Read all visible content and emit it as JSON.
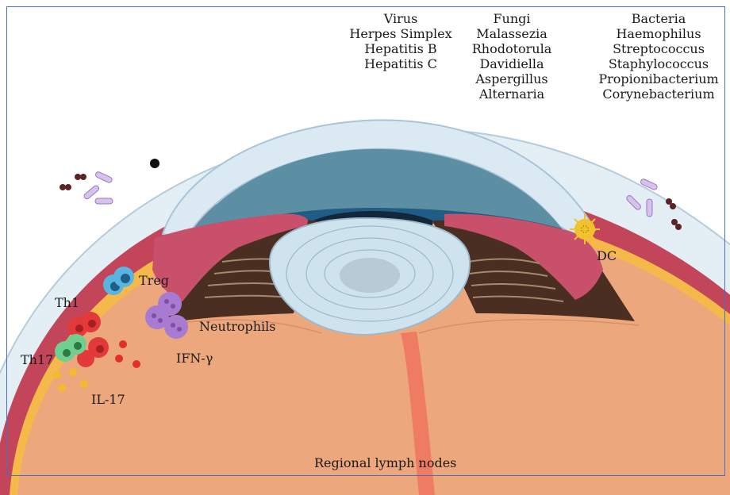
{
  "pathogens": [
    {
      "heading": "Virus",
      "items": [
        "Herpes Simplex",
        "Hepatitis B",
        "Hepatitis C"
      ]
    },
    {
      "heading": "Fungi",
      "items": [
        "Malassezia",
        "Rhodotorula",
        "Davidiella",
        "Aspergillus",
        "Alternaria"
      ]
    },
    {
      "heading": "Bacteria",
      "items": [
        "Haemophilus",
        "Streptococcus",
        "Staphylococcus",
        "Propionibacterium",
        "Corynebacterium"
      ]
    }
  ],
  "labels": {
    "treg": "Treg",
    "th1": "Th1",
    "th17": "Th17",
    "neutrophils": "Neutrophils",
    "ifn": "IFN-γ",
    "il17": "IL-17",
    "dc": "DC",
    "lymph": "Regional lymph nodes"
  },
  "colors": {
    "cornea": "#dbe9f2",
    "cornea_edge": "#a9c4d8",
    "aqueous": "#5c8fa4",
    "iris_blue": "#1f5d86",
    "ciliary": "#c8506a",
    "retina_red": "#c2455a",
    "choroid_yellow": "#f4b94a",
    "vitreous": "#eda77c",
    "lens": "#cfe3ef",
    "optic_band": "#ee7b62",
    "treg": "#5ab4e0",
    "th1": "#e23a3a",
    "th17": "#6fcf8e",
    "neutrophil": "#a97bd0",
    "il17_dot": "#f5b82e",
    "ifn_dot": "#e0302a",
    "dc": "#f2c12e",
    "bacteria_rod": "#b898d6",
    "cocci": "#5a2424"
  }
}
